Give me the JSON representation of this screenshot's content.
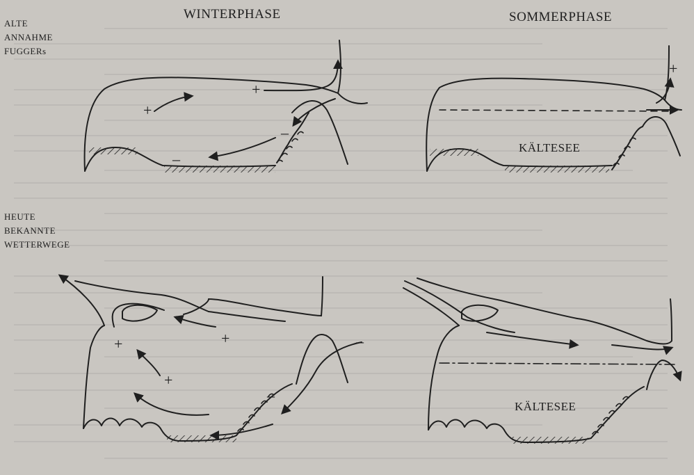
{
  "labels": {
    "top_left": [
      "ALTE",
      "ANNAHME",
      "FUGGERs"
    ],
    "bottom_left": [
      "HEUTE",
      "BEKANNTE",
      "WETTERWEGE"
    ]
  },
  "titles": {
    "winter": "WINTERPHASE",
    "summer": "SOMMERPHASE"
  },
  "region_labels": {
    "top_right": "KÄLTESEE",
    "bottom_right": "KÄLTESEE"
  },
  "signs": {
    "plus": "+",
    "minus": "–"
  },
  "colors": {
    "ink": "#1f1f1f",
    "paper": "#c9c6c1"
  }
}
